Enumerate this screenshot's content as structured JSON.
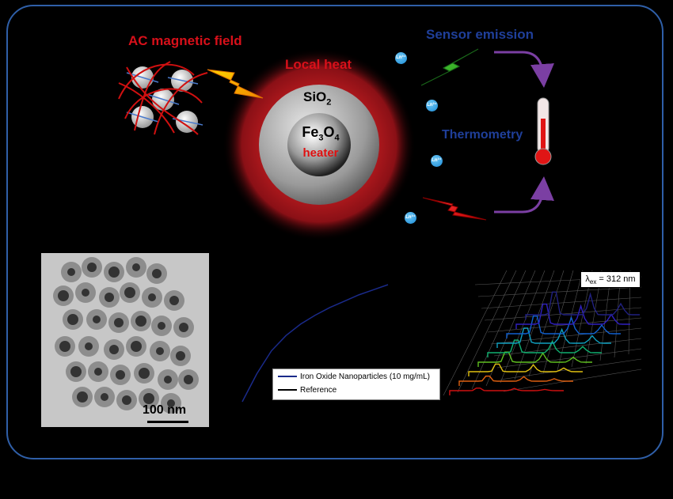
{
  "labels": {
    "ac_field": "AC magnetic field",
    "local_heat": "Local heat",
    "sensor_emission": "Sensor emission",
    "thermometry": "Thermometry",
    "sio2_base": "SiO",
    "sio2_sub": "2",
    "core_fe": "Fe",
    "core_sub3": "3",
    "core_o": "O",
    "core_sub4": "4",
    "core_heater": "heater",
    "ion": "Ln³⁺"
  },
  "tem": {
    "scale_label": "100 nm"
  },
  "heating_chart": {
    "legend": [
      "Iron Oxide Nanoparticles (10 mg/mL)",
      "Reference"
    ]
  },
  "spectra_chart": {
    "lambda_symbol": "λ",
    "lambda_sub": "ex",
    "lambda_value": " = 312 nm"
  },
  "chart_data": {
    "type": "line",
    "title": "",
    "xlabel": "",
    "ylabel": "",
    "series": [
      {
        "name": "Iron Oxide Nanoparticles (10 mg/mL)",
        "x": [
          0,
          0.5,
          1,
          1.5,
          2,
          2.5,
          3,
          3.5,
          4,
          4.5,
          5
        ],
        "values": [
          0,
          22,
          40,
          52,
          61,
          68,
          74,
          79,
          84,
          88,
          92
        ]
      }
    ]
  },
  "colors": {
    "frame": "#2f5fa8",
    "red_label": "#d8101a",
    "blue_label": "#1f3f9a",
    "arrow": "#7b3fa3",
    "curve": "#1a2a8a"
  }
}
